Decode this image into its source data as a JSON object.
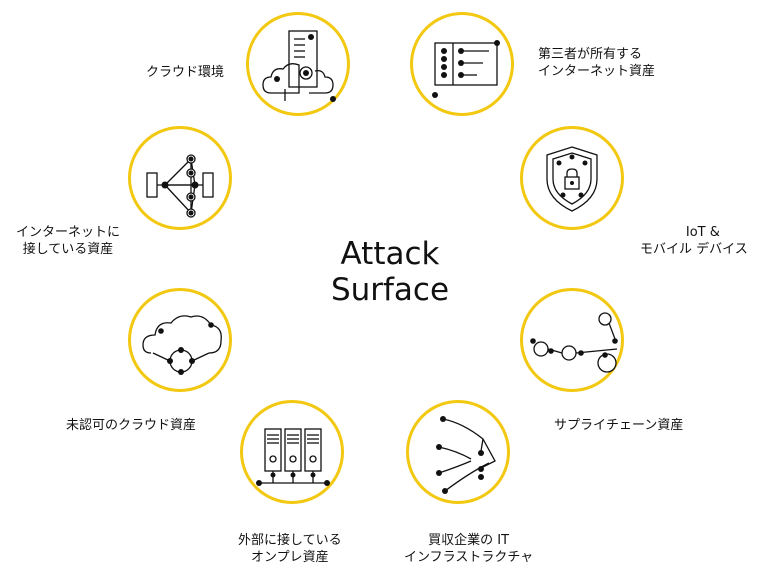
{
  "center_title_line1": "Attack",
  "center_title_line2": "Surface",
  "nodes": {
    "cloud": {
      "label": "クラウド環境",
      "icon": "cloud-server-icon"
    },
    "third_party": {
      "label_line1": "第三者が所有する",
      "label_line2": "インターネット資産",
      "icon": "document-list-icon"
    },
    "iot": {
      "label_line1": "IoT &",
      "label_line2": "モバイル デバイス",
      "icon": "shield-lock-icon"
    },
    "supply_chain": {
      "label": "サプライチェーン資産",
      "icon": "node-chain-icon"
    },
    "it_infra": {
      "label_line1": "買収企業の IT",
      "label_line2": "インフラストラクチャ",
      "icon": "converging-arrow-icon"
    },
    "on_prem": {
      "label_line1": "外部に接している",
      "label_line2": "オンプレ資産",
      "icon": "server-rack-icon"
    },
    "unauthorized_cloud": {
      "label": "未認可のクラウド資産",
      "icon": "cloud-network-icon"
    },
    "internet_facing": {
      "label_line1": "インターネットに",
      "label_line2": "接している資産",
      "icon": "network-graph-icon"
    }
  },
  "colors": {
    "ring": "#f2c811",
    "ink": "#111111"
  }
}
